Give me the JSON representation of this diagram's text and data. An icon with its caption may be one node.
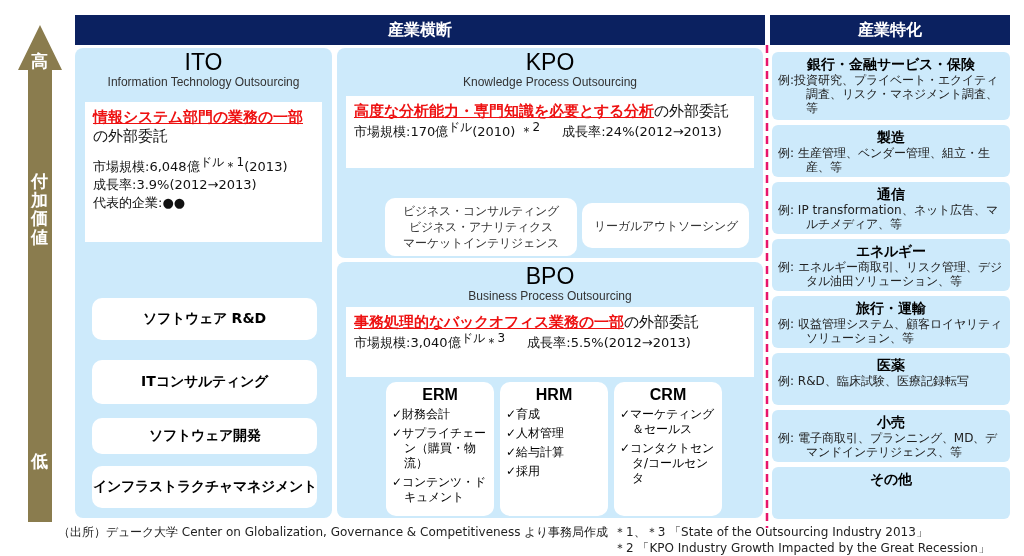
{
  "diagram": {
    "nodes": [
      {
        "text": [
          "産業横断"
        ]
      },
      {
        "text": [
          "産業特化"
        ]
      },
      {
        "text": [
          "ITO",
          "Information Technology Outsourcing"
        ]
      },
      {
        "text": [
          "**情報システム部門の業務の一部**の外部委託",
          "市場規模:6,048億$^{ドル}$＊$^{1}$(2013)",
          "成長率:3.9%(2012→2013)",
          "代表的企業:●●"
        ],
        "in": 2
      },
      {
        "text": [
          "ソフトウェア R&D"
        ],
        "in": 2
      },
      {
        "text": [
          "ITコンサルティング"
        ],
        "in": 2
      },
      {
        "text": [
          "ソフトウェア開発"
        ],
        "in": 2
      },
      {
        "text": [
          "インフラストラクチャマネジメント"
        ],
        "in": 2
      },
      {
        "text": [
          "KPO",
          "Knowledge Process Outsourcing"
        ]
      },
      {
        "text": [
          "**高度な分析能力・専門知識を必要とする分析**の外部委託",
          "市場規模:170億$^{ドル}$(2010) ＊$^{2}$",
          "成長率:24%(2012→2013)"
        ],
        "in": 8
      },
      {
        "text": [
          "ビジネス・コンサルティング",
          "ビジネス・アナリティクス",
          "マーケットインテリジェンス"
        ],
        "in": 8
      },
      {
        "text": [
          "リーガルアウトソーシング"
        ],
        "in": 8
      },
      {
        "text": [
          "BPO",
          "Business Process Outsourcing"
        ]
      },
      {
        "text": [
          "**事務処理的なバックオフィス業務の一部**の外部委託",
          "市場規模:3,040億$^{ドル}$＊$^{3}$",
          "成長率:5.5%(2012→2013)"
        ],
        "in": 12
      },
      {
        "text": [
          "ERM",
          "✓財務会計",
          "✓サプライチェーン（購買・物流）",
          "✓コンテンツ・ドキュメント"
        ],
        "in": 12
      },
      {
        "text": [
          "HRM",
          "✓育成",
          "✓人材管理",
          "✓給与計算",
          "✓採用"
        ],
        "in": 12
      },
      {
        "text": [
          "CRM",
          "✓マーケティング＆セールス",
          "✓コンタクトセンタ/コールセンタ"
        ],
        "in": 12
      },
      {
        "text": [
          "銀行・金融サービス・保険",
          "例:投資研究、プライベート・エクイティ調査、リスク・マネジメント調査、等"
        ]
      },
      {
        "text": [
          "製造",
          "例: 生産管理、ベンダー管理、組立・生産、等"
        ]
      },
      {
        "text": [
          "通信",
          "例: IP transformation、ネット広告、マルチメディア、等"
        ]
      },
      {
        "text": [
          "エネルギー",
          "例: エネルギー商取引、リスク管理、デジタル油田ソリューション、等"
        ]
      },
      {
        "text": [
          "旅行・運輸",
          "例: 収益管理システム、顧客ロイヤリティソリューション、等"
        ]
      },
      {
        "text": [
          "医薬",
          "例: R&D、臨床試験、医療記録転写"
        ]
      },
      {
        "text": [
          "小売",
          "例: 電子商取引、プランニング、MD、デマンドインテリジェンス、等"
        ]
      },
      {
        "text": [
          "その他"
        ]
      }
    ],
    "labels": [
      "高",
      "付加価値",
      "低",
      "（出所）デューク大学 Center on Globalization, Governance & Competitiveness より事務局作成",
      "＊1、＊3 「State of the Outsourcing Industry 2013」",
      "＊2 「KPO Industry Growth Impacted by the Great Recession」"
    ]
  }
}
